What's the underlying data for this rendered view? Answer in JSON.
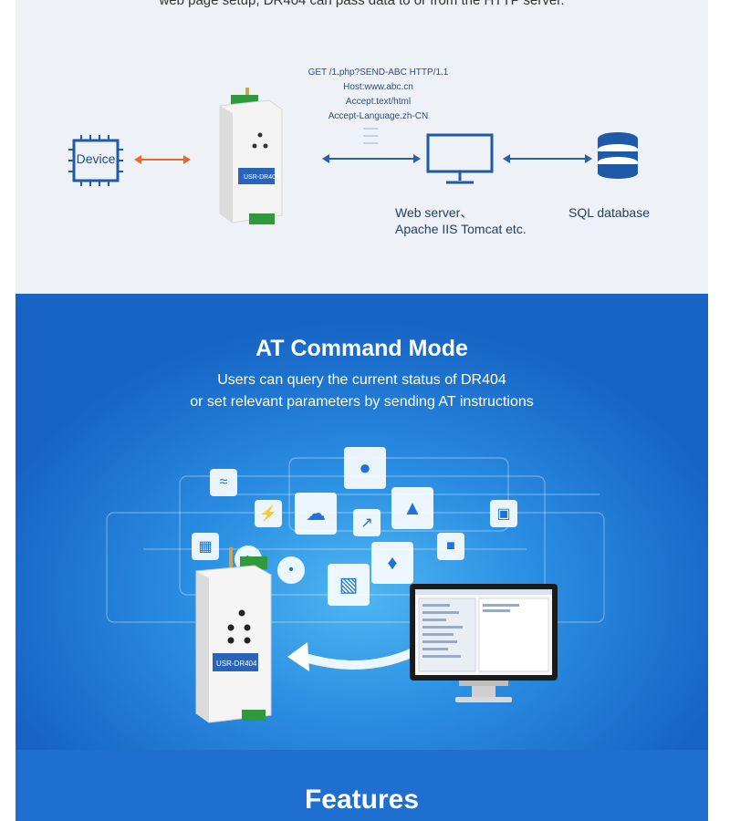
{
  "section_http": {
    "cut_text": "web page setup, DR404 can pass data to or from the HTTP server.",
    "http_lines": [
      "GET /1.php?SEND-ABC HTTP/1.1",
      "Host:www.abc.cn",
      "Accept.text/html",
      "Accept-Language.zh-CN"
    ],
    "device_label": "Device",
    "web_server_line1": "Web server、",
    "web_server_line2": "Apache IIS Tomcat etc.",
    "sql_label": "SQL database",
    "product_badge": "USR-DR404"
  },
  "section_at": {
    "title": "AT Command Mode",
    "subtitle_line1": "Users can query the current status of DR404",
    "subtitle_line2": "or set relevant parameters by sending AT instructions",
    "product_badge": "USR-DR404",
    "icons": [
      "wifi-icon",
      "lightning-icon",
      "cloud-folder-icon",
      "globe-icon",
      "chart-icon",
      "monitor-icon",
      "city-icon",
      "gauge-icon",
      "thermometer-icon",
      "factory-icon",
      "shield-icon",
      "refresh-icon",
      "building-icon"
    ]
  },
  "section_features": {
    "title": "Features"
  },
  "colors": {
    "arrow_orange": "#e8692c",
    "arrow_blue": "#2b5ea6",
    "icon_blue": "#1f5aa8",
    "band_blue": "#1e6fd0"
  }
}
